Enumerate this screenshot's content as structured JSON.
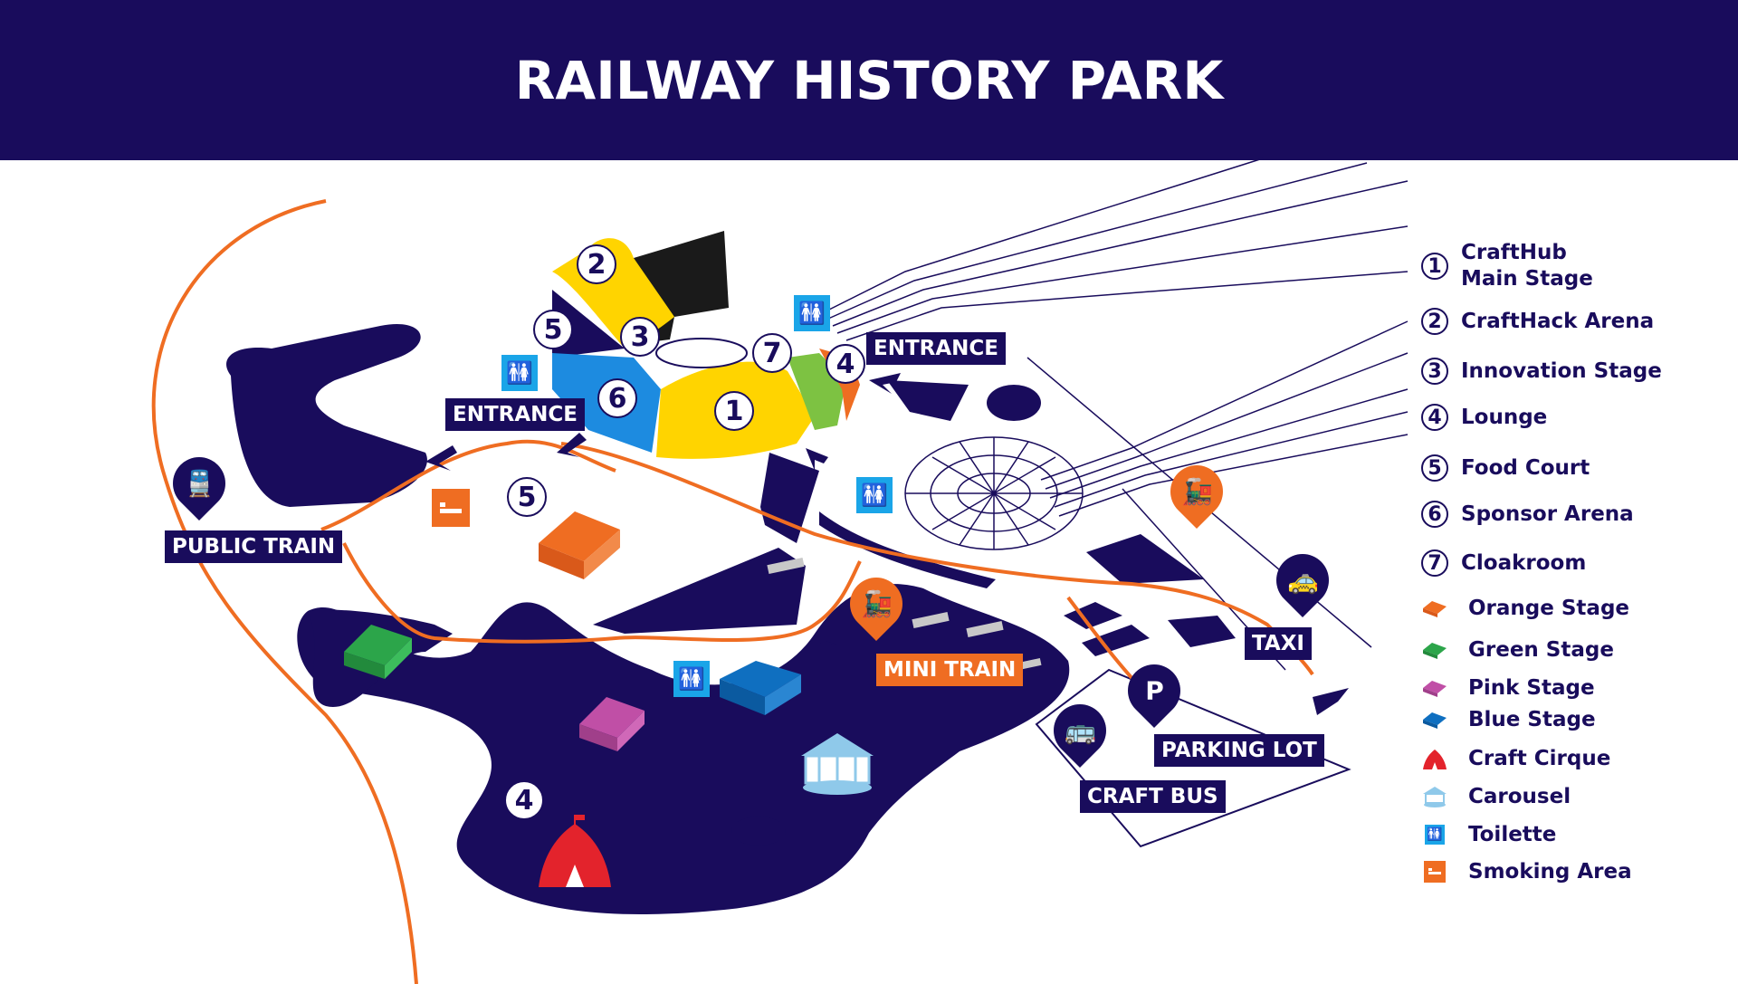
{
  "title": "RAILWAY HISTORY PARK",
  "map_labels": {
    "entrance_left": "ENTRANCE",
    "entrance_right": "ENTRANCE",
    "public_train": "PUBLIC TRAIN",
    "mini_train": "MINI TRAIN",
    "taxi": "TAXI",
    "parking_lot": "PARKING LOT",
    "craft_bus": "CRAFT BUS",
    "parking_symbol": "P"
  },
  "map_numbers": {
    "n1": "1",
    "n2": "2",
    "n3": "3",
    "n4_stadium": "4",
    "n5_stadium": "5",
    "n6": "6",
    "n7": "7",
    "n5_field": "5",
    "n4_field": "4"
  },
  "legend": {
    "numbered": [
      {
        "num": "1",
        "label": "CraftHub Main Stage"
      },
      {
        "num": "2",
        "label": "CraftHack Arena"
      },
      {
        "num": "3",
        "label": "Innovation Stage"
      },
      {
        "num": "4",
        "label": "Lounge"
      },
      {
        "num": "5",
        "label": "Food Court"
      },
      {
        "num": "6",
        "label": "Sponsor Arena"
      },
      {
        "num": "7",
        "label": "Cloakroom"
      }
    ],
    "symbols": [
      {
        "icon": "orange-tent-icon",
        "color": "#ef6d22",
        "label": "Orange Stage"
      },
      {
        "icon": "green-tent-icon",
        "color": "#2ca54a",
        "label": "Green Stage"
      },
      {
        "icon": "pink-tent-icon",
        "color": "#c04fa6",
        "label": "Pink Stage"
      },
      {
        "icon": "blue-tent-icon",
        "color": "#0f6fc0",
        "label": "Blue Stage"
      },
      {
        "icon": "circus-tent-icon",
        "color": "#e3232c",
        "label": "Craft Cirque"
      },
      {
        "icon": "carousel-icon",
        "color": "#8fc9ea",
        "label": "Carousel"
      },
      {
        "icon": "toilet-icon",
        "color": "#1aa5e8",
        "label": "Toilette"
      },
      {
        "icon": "smoking-icon",
        "color": "#ef6d22",
        "label": "Smoking Area"
      }
    ]
  },
  "colors": {
    "navy": "#190c5c",
    "orange": "#ef6d22",
    "yellow": "#ffd400",
    "blue": "#1d8be0",
    "green": "#7dc242",
    "black": "#1a1a1a"
  }
}
